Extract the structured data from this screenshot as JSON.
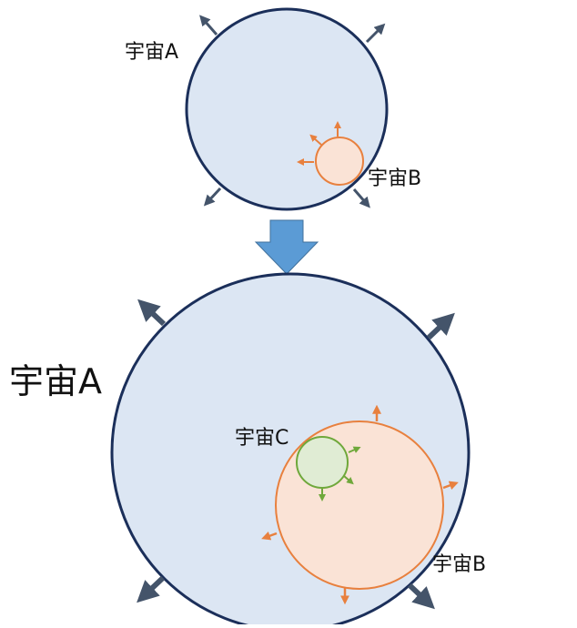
{
  "labels": {
    "top_universe_a": "宇宙A",
    "top_universe_b": "宇宙B",
    "bottom_universe_a": "宇宙A",
    "bottom_universe_b": "宇宙B",
    "bottom_universe_c": "宇宙C"
  },
  "colors": {
    "universe_a_fill": "#dce6f3",
    "universe_a_stroke": "#1b2f5a",
    "universe_b_fill": "#fae3d6",
    "universe_b_stroke": "#e8803e",
    "universe_c_fill": "#e0ecd4",
    "universe_c_stroke": "#6fa83b",
    "arrow_dark": "#44546a",
    "arrow_orange": "#e8803e",
    "arrow_green": "#6fa83b",
    "transition_arrow": "#5b9bd5"
  }
}
